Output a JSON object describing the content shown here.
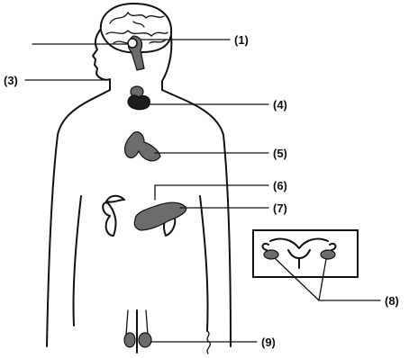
{
  "labels": {
    "l1": "(1)",
    "l3": "(3)",
    "l4": "(4)",
    "l5": "(5)",
    "l6": "(6)",
    "l7": "(7)",
    "l8": "(8)",
    "l9": "(9)"
  }
}
